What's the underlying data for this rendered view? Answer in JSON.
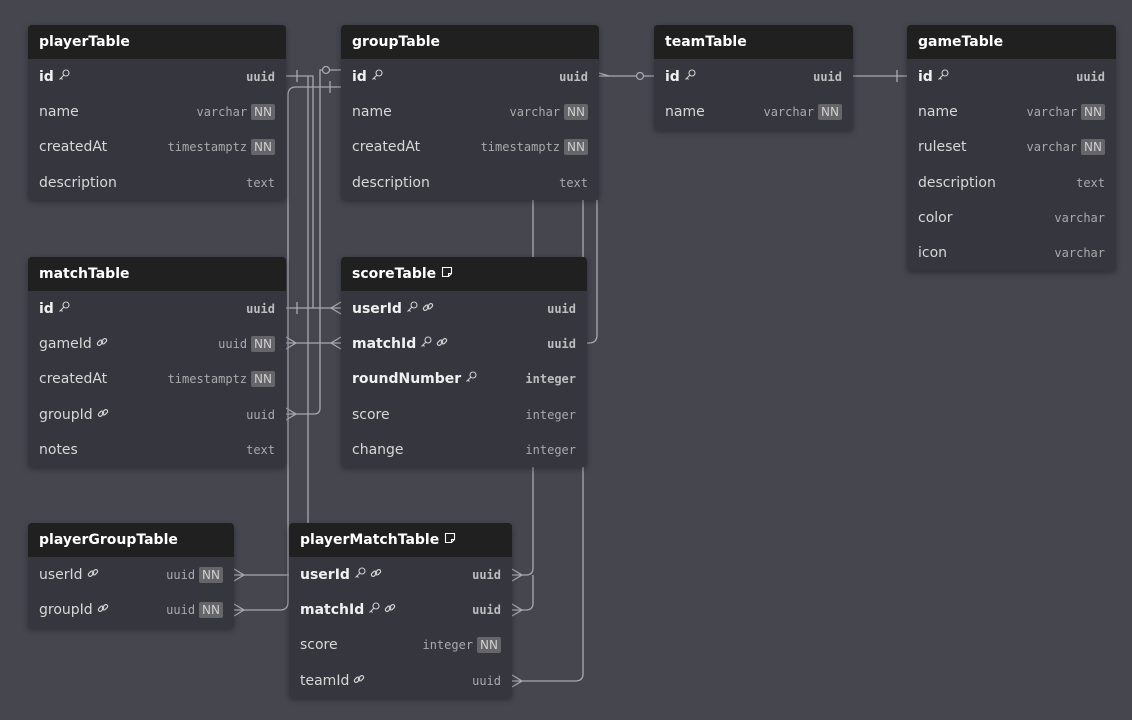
{
  "tables": [
    {
      "name": "playerTable",
      "note": false,
      "cols": [
        {
          "name": "id",
          "type": "uuid",
          "pk": true,
          "fk": false,
          "nn": false
        },
        {
          "name": "name",
          "type": "varchar",
          "pk": false,
          "fk": false,
          "nn": true
        },
        {
          "name": "createdAt",
          "type": "timestamptz",
          "pk": false,
          "fk": false,
          "nn": true
        },
        {
          "name": "description",
          "type": "text",
          "pk": false,
          "fk": false,
          "nn": false
        }
      ]
    },
    {
      "name": "groupTable",
      "note": false,
      "cols": [
        {
          "name": "id",
          "type": "uuid",
          "pk": true,
          "fk": false,
          "nn": false
        },
        {
          "name": "name",
          "type": "varchar",
          "pk": false,
          "fk": false,
          "nn": true
        },
        {
          "name": "createdAt",
          "type": "timestamptz",
          "pk": false,
          "fk": false,
          "nn": true
        },
        {
          "name": "description",
          "type": "text",
          "pk": false,
          "fk": false,
          "nn": false
        }
      ]
    },
    {
      "name": "teamTable",
      "note": false,
      "cols": [
        {
          "name": "id",
          "type": "uuid",
          "pk": true,
          "fk": false,
          "nn": false
        },
        {
          "name": "name",
          "type": "varchar",
          "pk": false,
          "fk": false,
          "nn": true
        }
      ]
    },
    {
      "name": "gameTable",
      "note": false,
      "cols": [
        {
          "name": "id",
          "type": "uuid",
          "pk": true,
          "fk": false,
          "nn": false
        },
        {
          "name": "name",
          "type": "varchar",
          "pk": false,
          "fk": false,
          "nn": true
        },
        {
          "name": "ruleset",
          "type": "varchar",
          "pk": false,
          "fk": false,
          "nn": true
        },
        {
          "name": "description",
          "type": "text",
          "pk": false,
          "fk": false,
          "nn": false
        },
        {
          "name": "color",
          "type": "varchar",
          "pk": false,
          "fk": false,
          "nn": false
        },
        {
          "name": "icon",
          "type": "varchar",
          "pk": false,
          "fk": false,
          "nn": false
        }
      ]
    },
    {
      "name": "matchTable",
      "note": false,
      "cols": [
        {
          "name": "id",
          "type": "uuid",
          "pk": true,
          "fk": false,
          "nn": false
        },
        {
          "name": "gameId",
          "type": "uuid",
          "pk": false,
          "fk": true,
          "nn": true
        },
        {
          "name": "createdAt",
          "type": "timestamptz",
          "pk": false,
          "fk": false,
          "nn": true
        },
        {
          "name": "groupId",
          "type": "uuid",
          "pk": false,
          "fk": true,
          "nn": false
        },
        {
          "name": "notes",
          "type": "text",
          "pk": false,
          "fk": false,
          "nn": false
        }
      ]
    },
    {
      "name": "scoreTable",
      "note": true,
      "cols": [
        {
          "name": "userId",
          "type": "uuid",
          "pk": true,
          "fk": true,
          "nn": false
        },
        {
          "name": "matchId",
          "type": "uuid",
          "pk": true,
          "fk": true,
          "nn": false
        },
        {
          "name": "roundNumber",
          "type": "integer",
          "pk": true,
          "fk": false,
          "nn": false
        },
        {
          "name": "score",
          "type": "integer",
          "pk": false,
          "fk": false,
          "nn": false
        },
        {
          "name": "change",
          "type": "integer",
          "pk": false,
          "fk": false,
          "nn": false
        }
      ]
    },
    {
      "name": "playerGroupTable",
      "note": false,
      "cols": [
        {
          "name": "userId",
          "type": "uuid",
          "pk": false,
          "fk": true,
          "nn": true
        },
        {
          "name": "groupId",
          "type": "uuid",
          "pk": false,
          "fk": true,
          "nn": true
        }
      ]
    },
    {
      "name": "playerMatchTable",
      "note": true,
      "cols": [
        {
          "name": "userId",
          "type": "uuid",
          "pk": true,
          "fk": true,
          "nn": false
        },
        {
          "name": "matchId",
          "type": "uuid",
          "pk": true,
          "fk": true,
          "nn": false
        },
        {
          "name": "score",
          "type": "integer",
          "pk": false,
          "fk": false,
          "nn": true
        },
        {
          "name": "teamId",
          "type": "uuid",
          "pk": false,
          "fk": true,
          "nn": false
        }
      ]
    }
  ],
  "nn_label": "NN"
}
